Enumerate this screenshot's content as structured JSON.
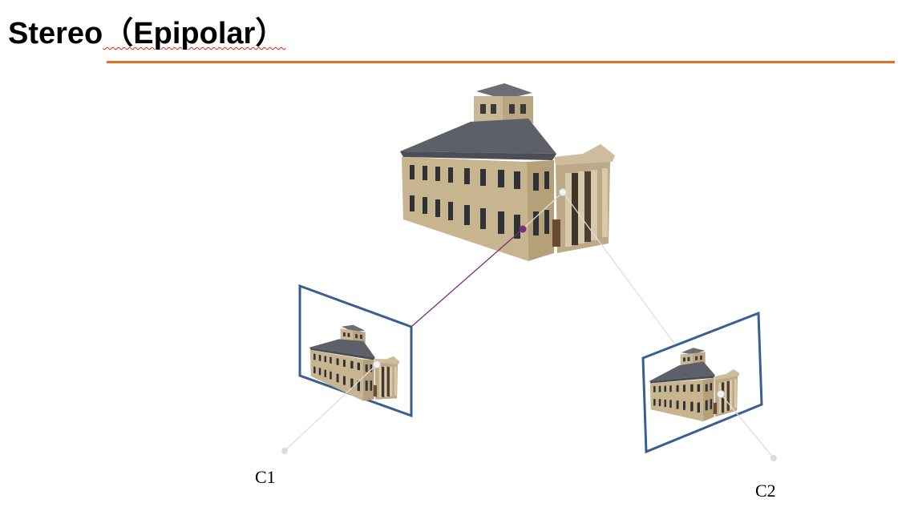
{
  "slide": {
    "title_main": "Stereo",
    "title_paren": "（Epipolar）"
  },
  "cameras": {
    "c1_label": "C1",
    "c2_label": "C2"
  },
  "colors": {
    "accent_rule": "#e86d1f",
    "frame": "#3a5f8f",
    "ray_c1": "#7b2d7b",
    "ray_c2": "#cccccc"
  }
}
